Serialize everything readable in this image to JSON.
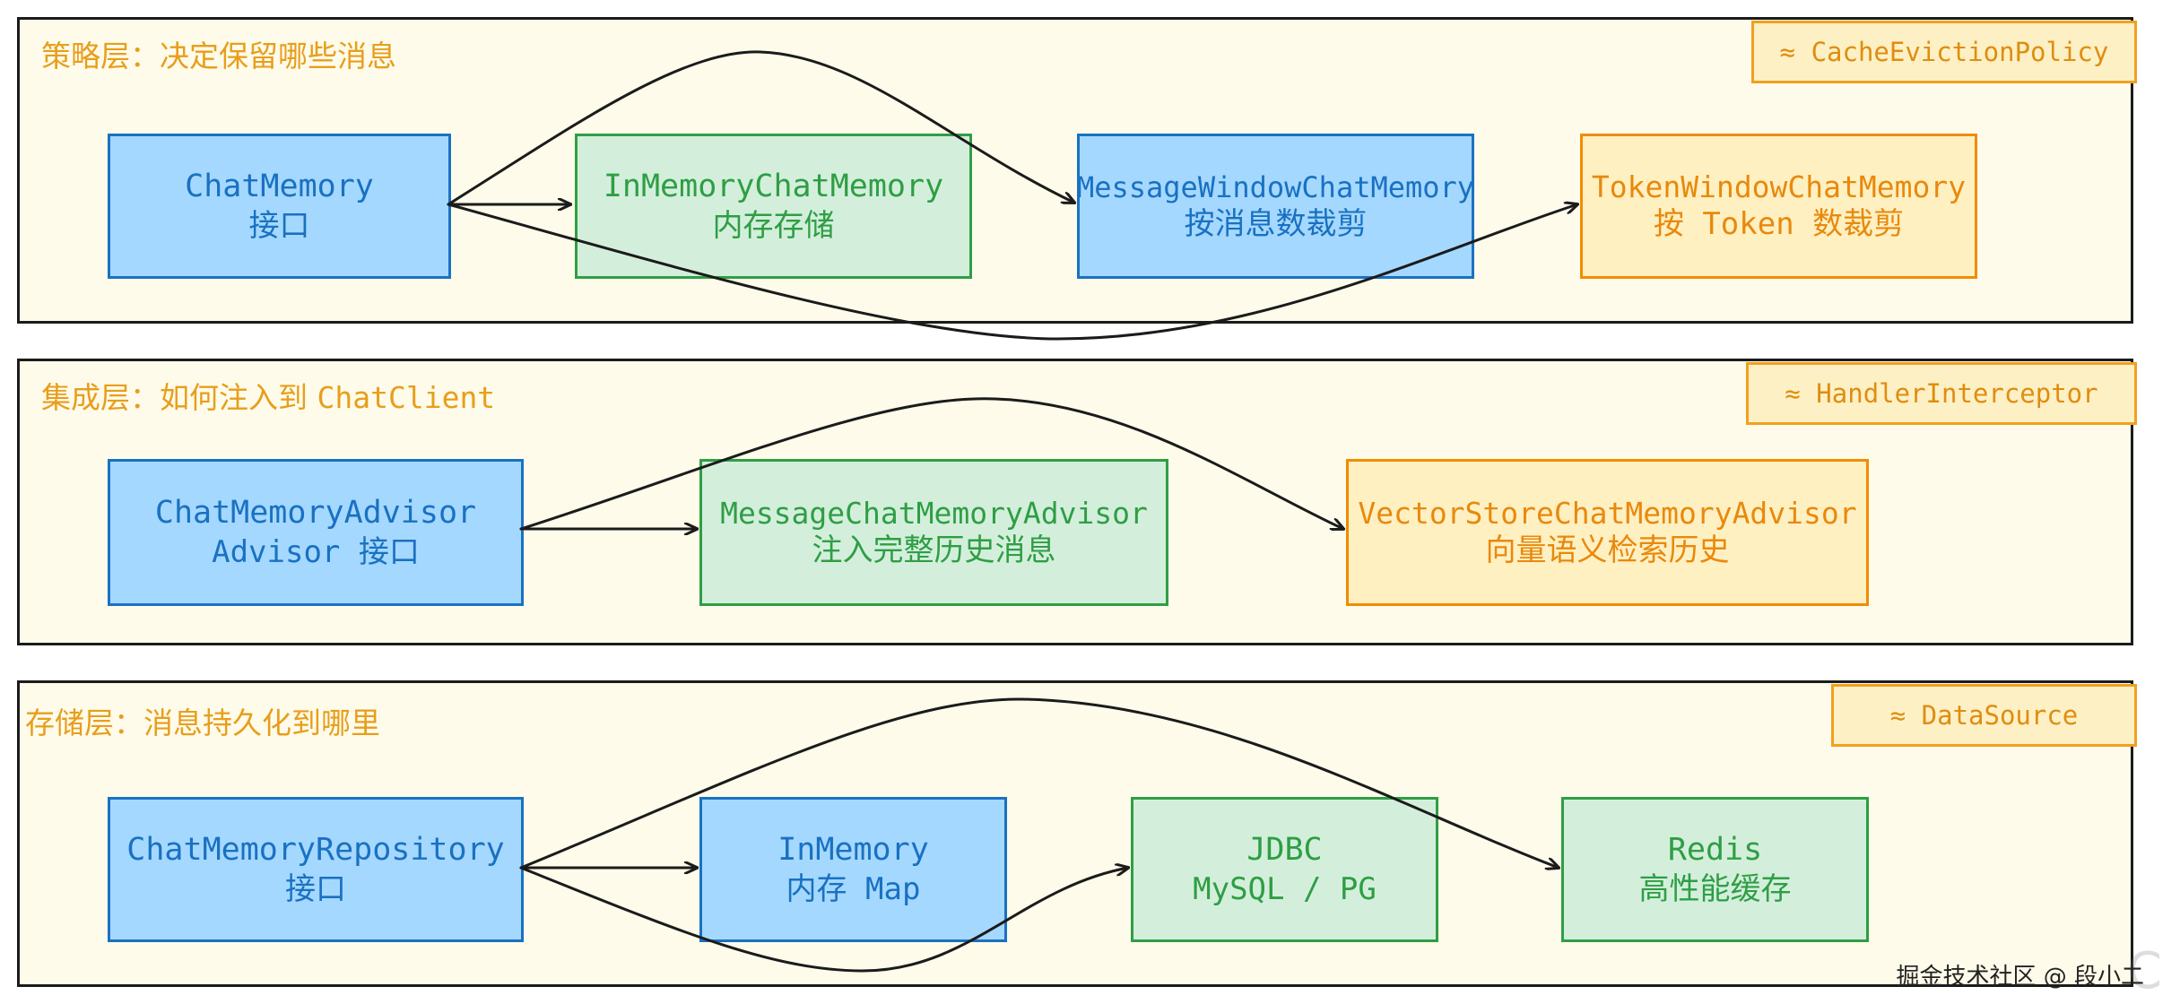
{
  "layers": {
    "strategy": {
      "title": "策略层：决定保留哪些消息",
      "tag": "≈ CacheEvictionPolicy",
      "boxes": [
        {
          "name": "ChatMemory",
          "desc": "接口"
        },
        {
          "name": "InMemoryChatMemory",
          "desc": "内存存储"
        },
        {
          "name": "MessageWindowChatMemory",
          "desc": "按消息数裁剪"
        },
        {
          "name": "TokenWindowChatMemory",
          "desc": "按 Token 数裁剪"
        }
      ]
    },
    "integration": {
      "title_prefix": "集成层：如何注入到",
      "title_code": "ChatClient",
      "tag": "≈ HandlerInterceptor",
      "boxes": [
        {
          "name": "ChatMemoryAdvisor",
          "desc": "Advisor 接口"
        },
        {
          "name": "MessageChatMemoryAdvisor",
          "desc": "注入完整历史消息"
        },
        {
          "name": "VectorStoreChatMemoryAdvisor",
          "desc": "向量语义检索历史"
        }
      ]
    },
    "storage": {
      "title": "存储层：消息持久化到哪里",
      "tag": "≈ DataSource",
      "boxes": [
        {
          "name": "ChatMemoryRepository",
          "desc": "接口"
        },
        {
          "name": "InMemory",
          "desc": "内存 Map"
        },
        {
          "name": "JDBC",
          "desc": "MySQL / PG"
        },
        {
          "name": "Redis",
          "desc": "高性能缓存"
        }
      ]
    }
  },
  "watermark": "掘金技术社区 @ 段小二",
  "colors": {
    "interface_fill": "#a5d8ff",
    "interface_stroke": "#1971c2",
    "impl_fill": "#d3efdc",
    "impl_stroke": "#2f9e44",
    "advanced_fill": "#fff0c2",
    "advanced_stroke": "#f08c00",
    "layer_bg": "#fefbea",
    "title_color": "#e89e1b"
  }
}
